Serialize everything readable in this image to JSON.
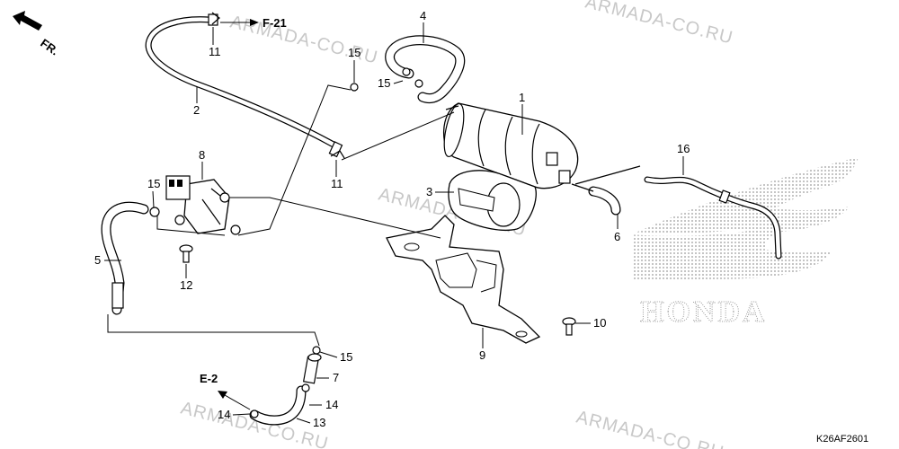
{
  "watermark": "ARMADA-CO.RU",
  "direction_label": "FR.",
  "references": {
    "f21": "F-21",
    "e2": "E-2"
  },
  "brand": "HONDA",
  "diagram_code": "K26AF2601",
  "callouts": {
    "c1": "1",
    "c2": "2",
    "c3": "3",
    "c4": "4",
    "c5": "5",
    "c6": "6",
    "c7": "7",
    "c8": "8",
    "c9": "9",
    "c10": "10",
    "c11a": "11",
    "c11b": "11",
    "c12": "12",
    "c13": "13",
    "c14a": "14",
    "c14b": "14",
    "c15a": "15",
    "c15b": "15",
    "c15c": "15",
    "c15d": "15",
    "c16": "16"
  },
  "colors": {
    "ink": "#000000",
    "watermark": "#c8c8c8",
    "logo_dots": "#9a9a9a"
  }
}
